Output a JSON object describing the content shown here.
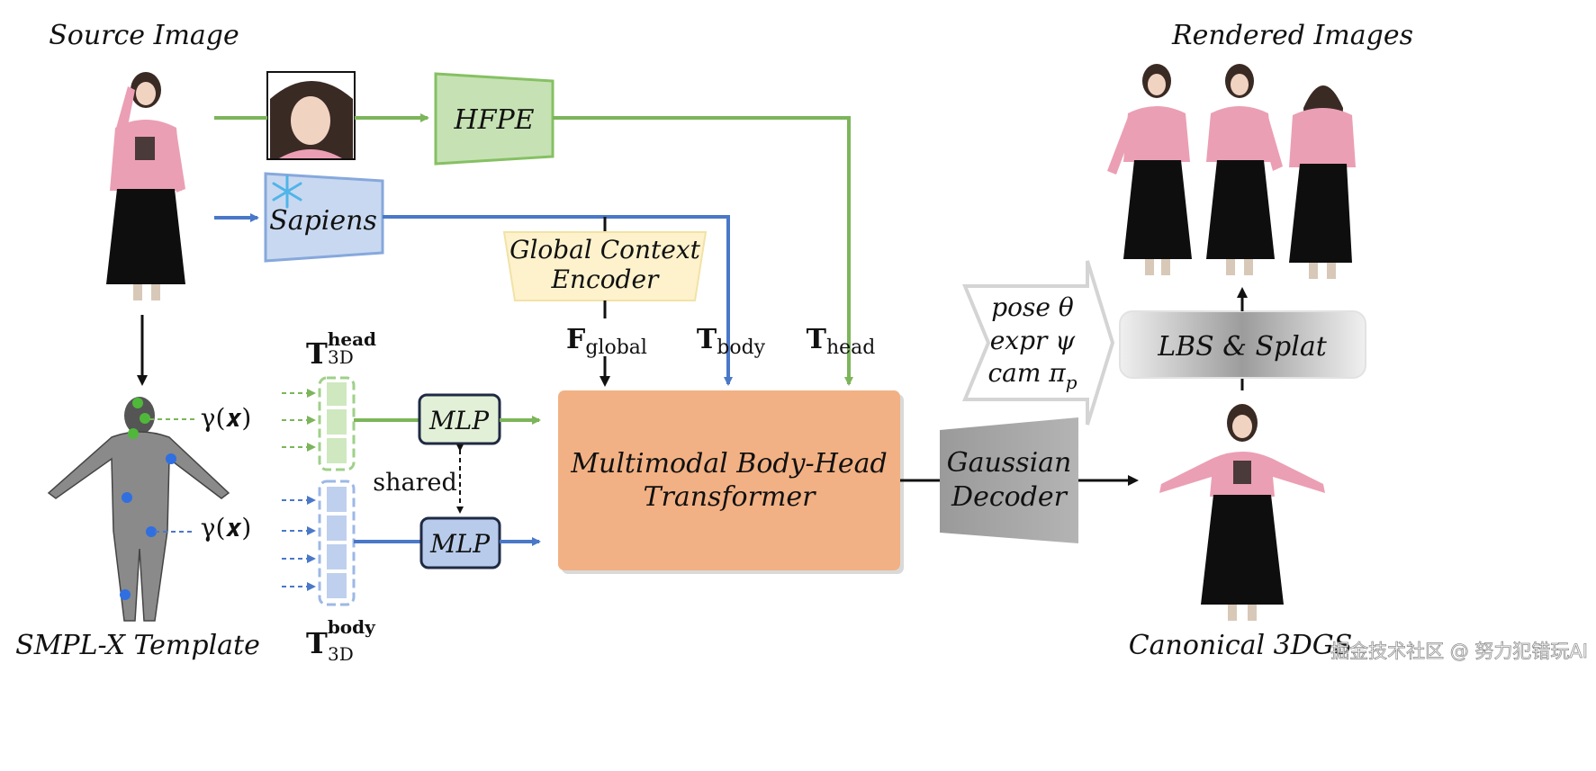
{
  "labels": {
    "source_image": "Source Image",
    "rendered_images": "Rendered Images",
    "smplx_template": "SMPL-X Template",
    "canonical_3dgs": "Canonical 3DGS"
  },
  "blocks": {
    "hfpe": "HFPE",
    "sapiens": "Sapiens",
    "global_context_line1": "Global Context",
    "global_context_line2": "Encoder",
    "mlp_top": "MLP",
    "mlp_bottom": "MLP",
    "shared": "shared",
    "transformer_line1": "Multimodal Body-Head",
    "transformer_line2": "Transformer",
    "gaussian_line1": "Gaussian",
    "gaussian_line2": "Decoder",
    "lbs_splat": "LBS & Splat"
  },
  "params": {
    "pose": "pose θ",
    "expr": "expr ψ",
    "cam_main": "cam π",
    "cam_sub": "p"
  },
  "tokens": {
    "f_global_main": "F",
    "f_global_sub": "global",
    "t_body_main": "T",
    "t_body_sub": "body",
    "t_head_main": "T",
    "t_head_sub": "head",
    "t3d_head_main": "T",
    "t3d_head_sup": "head",
    "t3d_head_sub": "3D",
    "t3d_body_main": "T",
    "t3d_body_sup": "body",
    "t3d_body_sub": "3D",
    "gamma_head": "γ(𝒙)",
    "gamma_body": "γ(𝒙)"
  },
  "watermark": "掘金技术社区 @ 努力犯错玩AI",
  "colors": {
    "green": "#7cb55a",
    "blue": "#4a78c8",
    "hfpe_fill": "#c6e2b4",
    "sapiens_fill": "#c8d8f0",
    "encoder_fill": "#fdf2cc",
    "transformer_fill": "#f2b184",
    "gaussian_fill": "#a6a6a6",
    "mlp_top_fill": "#e3f0d8",
    "mlp_bottom_fill": "#b8cbeb"
  }
}
